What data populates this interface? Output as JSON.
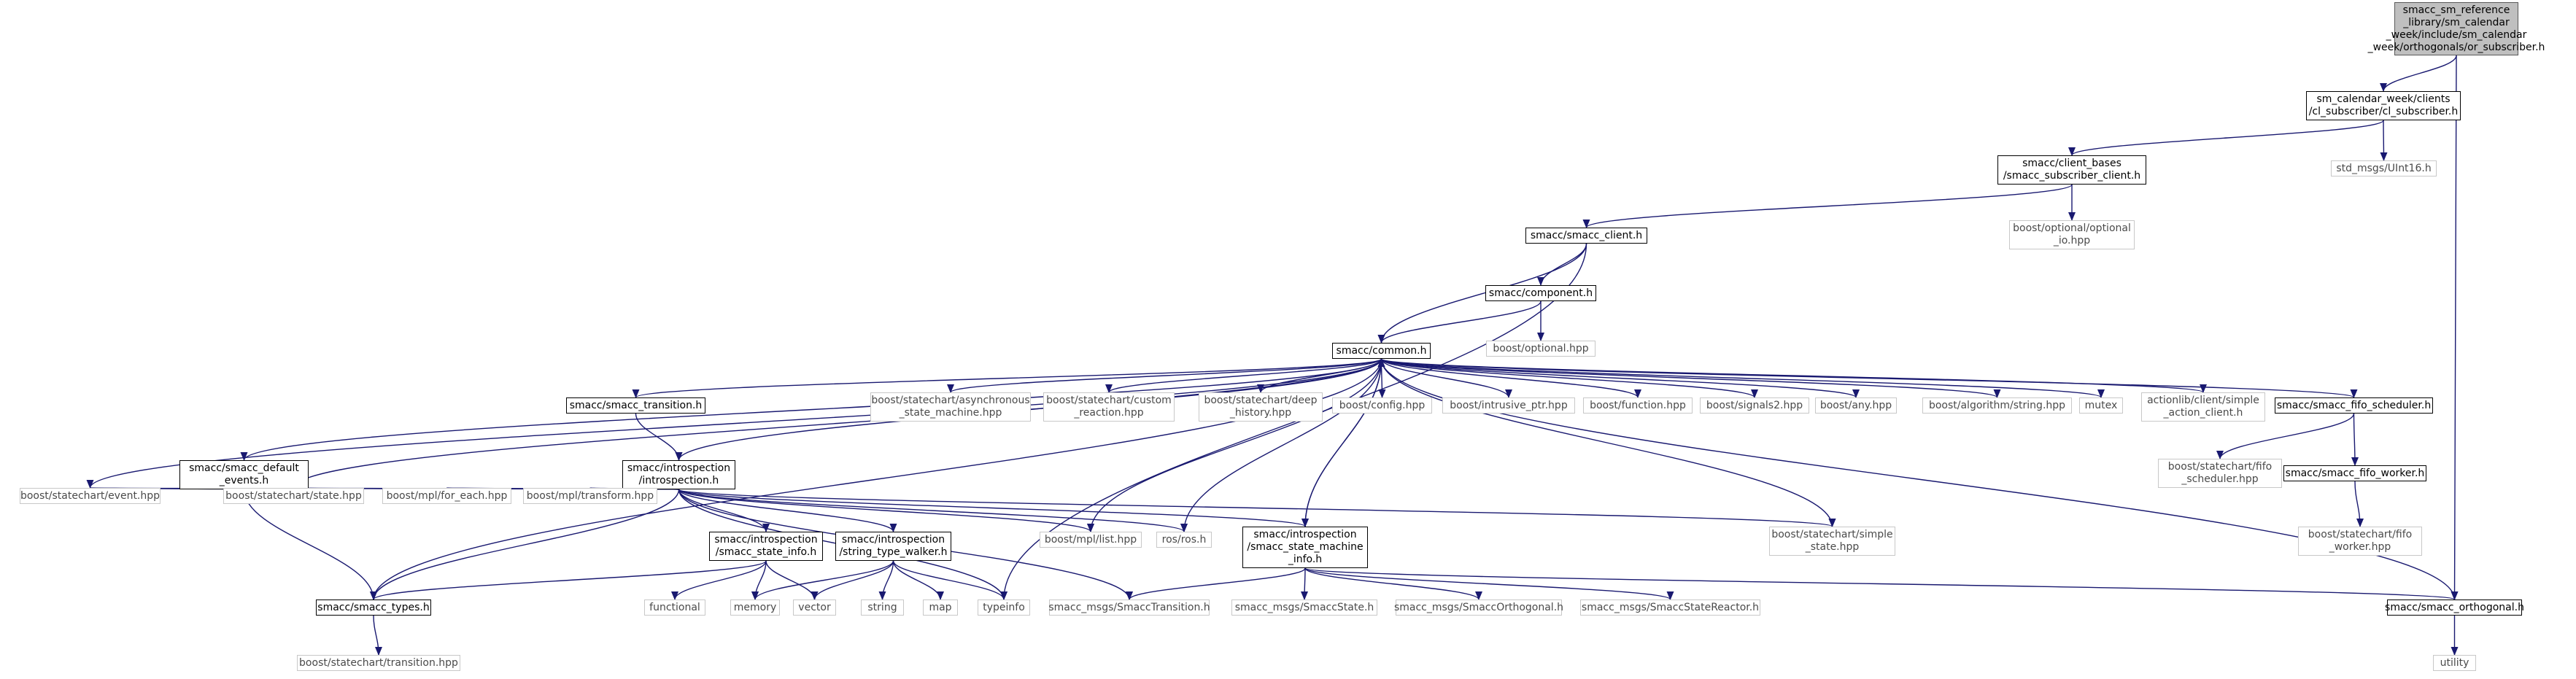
{
  "diagram": {
    "colors": {
      "edge": "#191970",
      "internal_border": "#000000",
      "external_border": "#c8c8c8",
      "root_fill": "#bfbfbf"
    },
    "nodes": [
      {
        "id": "root",
        "label": "smacc_sm_reference\n_library/sm_calendar\n_week/include/sm_calendar\n_week/orthogonals/or_subscriber.h",
        "kind": "root"
      },
      {
        "id": "cl_subscriber",
        "label": "sm_calendar_week/clients\n/cl_subscriber/cl_subscriber.h",
        "kind": "internal"
      },
      {
        "id": "uint16",
        "label": "std_msgs/UInt16.h",
        "kind": "external"
      },
      {
        "id": "client_bases",
        "label": "smacc/client_bases\n/smacc_subscriber_client.h",
        "kind": "internal"
      },
      {
        "id": "optional_io",
        "label": "boost/optional/optional\n_io.hpp",
        "kind": "external"
      },
      {
        "id": "smacc_client",
        "label": "smacc/smacc_client.h",
        "kind": "internal"
      },
      {
        "id": "component",
        "label": "smacc/component.h",
        "kind": "internal"
      },
      {
        "id": "boost_optional",
        "label": "boost/optional.hpp",
        "kind": "external"
      },
      {
        "id": "common",
        "label": "smacc/common.h",
        "kind": "internal"
      },
      {
        "id": "smacc_transition",
        "label": "smacc/smacc_transition.h",
        "kind": "internal"
      },
      {
        "id": "async_sm",
        "label": "boost/statechart/asynchronous\n_state_machine.hpp",
        "kind": "external"
      },
      {
        "id": "custom_reaction",
        "label": "boost/statechart/custom\n_reaction.hpp",
        "kind": "external"
      },
      {
        "id": "deep_history",
        "label": "boost/statechart/deep\n_history.hpp",
        "kind": "external"
      },
      {
        "id": "boost_config",
        "label": "boost/config.hpp",
        "kind": "external"
      },
      {
        "id": "intrusive_ptr",
        "label": "boost/intrusive_ptr.hpp",
        "kind": "external"
      },
      {
        "id": "boost_function",
        "label": "boost/function.hpp",
        "kind": "external"
      },
      {
        "id": "signals2",
        "label": "boost/signals2.hpp",
        "kind": "external"
      },
      {
        "id": "boost_any",
        "label": "boost/any.hpp",
        "kind": "external"
      },
      {
        "id": "algorithm_string",
        "label": "boost/algorithm/string.hpp",
        "kind": "external"
      },
      {
        "id": "mutex",
        "label": "mutex",
        "kind": "external"
      },
      {
        "id": "simple_action_client",
        "label": "actionlib/client/simple\n_action_client.h",
        "kind": "external"
      },
      {
        "id": "fifo_scheduler",
        "label": "smacc/smacc_fifo_scheduler.h",
        "kind": "internal"
      },
      {
        "id": "default_events",
        "label": "smacc/smacc_default\n_events.h",
        "kind": "internal"
      },
      {
        "id": "introspection",
        "label": "smacc/introspection\n/introspection.h",
        "kind": "internal"
      },
      {
        "id": "sc_fifo_scheduler",
        "label": "boost/statechart/fifo\n_scheduler.hpp",
        "kind": "external"
      },
      {
        "id": "fifo_worker",
        "label": "smacc/smacc_fifo_worker.h",
        "kind": "internal"
      },
      {
        "id": "event_hpp",
        "label": "boost/statechart/event.hpp",
        "kind": "external"
      },
      {
        "id": "state_hpp",
        "label": "boost/statechart/state.hpp",
        "kind": "external"
      },
      {
        "id": "for_each",
        "label": "boost/mpl/for_each.hpp",
        "kind": "external"
      },
      {
        "id": "transform",
        "label": "boost/mpl/transform.hpp",
        "kind": "external"
      },
      {
        "id": "state_info",
        "label": "smacc/introspection\n/smacc_state_info.h",
        "kind": "internal"
      },
      {
        "id": "string_type_walker",
        "label": "smacc/introspection\n/string_type_walker.h",
        "kind": "internal"
      },
      {
        "id": "mpl_list",
        "label": "boost/mpl/list.hpp",
        "kind": "external"
      },
      {
        "id": "ros_h",
        "label": "ros/ros.h",
        "kind": "external"
      },
      {
        "id": "sm_info",
        "label": "smacc/introspection\n/smacc_state_machine\n_info.h",
        "kind": "internal"
      },
      {
        "id": "simple_state",
        "label": "boost/statechart/simple\n_state.hpp",
        "kind": "external"
      },
      {
        "id": "sc_fifo_worker",
        "label": "boost/statechart/fifo\n_worker.hpp",
        "kind": "external"
      },
      {
        "id": "smacc_types",
        "label": "smacc/smacc_types.h",
        "kind": "internal"
      },
      {
        "id": "functional",
        "label": "functional",
        "kind": "external"
      },
      {
        "id": "memory",
        "label": "memory",
        "kind": "external"
      },
      {
        "id": "vector",
        "label": "vector",
        "kind": "external"
      },
      {
        "id": "string",
        "label": "string",
        "kind": "external"
      },
      {
        "id": "map",
        "label": "map",
        "kind": "external"
      },
      {
        "id": "typeinfo",
        "label": "typeinfo",
        "kind": "external"
      },
      {
        "id": "msg_transition",
        "label": "smacc_msgs/SmaccTransition.h",
        "kind": "external"
      },
      {
        "id": "msg_state",
        "label": "smacc_msgs/SmaccState.h",
        "kind": "external"
      },
      {
        "id": "msg_orthogonal",
        "label": "smacc_msgs/SmaccOrthogonal.h",
        "kind": "external"
      },
      {
        "id": "msg_state_reactor",
        "label": "smacc_msgs/SmaccStateReactor.h",
        "kind": "external"
      },
      {
        "id": "smacc_orthogonal",
        "label": "smacc/smacc_orthogonal.h",
        "kind": "internal"
      },
      {
        "id": "transition_hpp",
        "label": "boost/statechart/transition.hpp",
        "kind": "external"
      },
      {
        "id": "utility",
        "label": "utility",
        "kind": "external"
      }
    ],
    "edges": [
      [
        "root",
        "cl_subscriber"
      ],
      [
        "root",
        "smacc_orthogonal"
      ],
      [
        "cl_subscriber",
        "client_bases"
      ],
      [
        "cl_subscriber",
        "uint16"
      ],
      [
        "client_bases",
        "smacc_client"
      ],
      [
        "client_bases",
        "optional_io"
      ],
      [
        "smacc_client",
        "component"
      ],
      [
        "smacc_client",
        "common"
      ],
      [
        "smacc_client",
        "typeinfo"
      ],
      [
        "component",
        "common"
      ],
      [
        "component",
        "boost_optional"
      ],
      [
        "common",
        "smacc_transition"
      ],
      [
        "common",
        "async_sm"
      ],
      [
        "common",
        "custom_reaction"
      ],
      [
        "common",
        "deep_history"
      ],
      [
        "common",
        "boost_config"
      ],
      [
        "common",
        "intrusive_ptr"
      ],
      [
        "common",
        "boost_function"
      ],
      [
        "common",
        "signals2"
      ],
      [
        "common",
        "boost_any"
      ],
      [
        "common",
        "algorithm_string"
      ],
      [
        "common",
        "mutex"
      ],
      [
        "common",
        "simple_action_client"
      ],
      [
        "common",
        "fifo_scheduler"
      ],
      [
        "common",
        "default_events"
      ],
      [
        "common",
        "introspection"
      ],
      [
        "common",
        "event_hpp"
      ],
      [
        "common",
        "state_hpp"
      ],
      [
        "common",
        "mpl_list"
      ],
      [
        "common",
        "ros_h"
      ],
      [
        "common",
        "sm_info"
      ],
      [
        "common",
        "simple_state"
      ],
      [
        "common",
        "smacc_types"
      ],
      [
        "smacc_transition",
        "introspection"
      ],
      [
        "fifo_scheduler",
        "sc_fifo_scheduler"
      ],
      [
        "fifo_scheduler",
        "fifo_worker"
      ],
      [
        "fifo_worker",
        "sc_fifo_worker"
      ],
      [
        "default_events",
        "event_hpp"
      ],
      [
        "default_events",
        "state_hpp"
      ],
      [
        "default_events",
        "smacc_types"
      ],
      [
        "introspection",
        "event_hpp"
      ],
      [
        "introspection",
        "state_hpp"
      ],
      [
        "introspection",
        "for_each"
      ],
      [
        "introspection",
        "transform"
      ],
      [
        "introspection",
        "state_info"
      ],
      [
        "introspection",
        "string_type_walker"
      ],
      [
        "introspection",
        "mpl_list"
      ],
      [
        "introspection",
        "ros_h"
      ],
      [
        "introspection",
        "sm_info"
      ],
      [
        "introspection",
        "simple_state"
      ],
      [
        "introspection",
        "smacc_types"
      ],
      [
        "introspection",
        "typeinfo"
      ],
      [
        "introspection",
        "msg_transition"
      ],
      [
        "state_info",
        "smacc_types"
      ],
      [
        "state_info",
        "functional"
      ],
      [
        "state_info",
        "memory"
      ],
      [
        "state_info",
        "vector"
      ],
      [
        "string_type_walker",
        "memory"
      ],
      [
        "string_type_walker",
        "vector"
      ],
      [
        "string_type_walker",
        "string"
      ],
      [
        "string_type_walker",
        "map"
      ],
      [
        "string_type_walker",
        "typeinfo"
      ],
      [
        "sm_info",
        "common"
      ],
      [
        "sm_info",
        "msg_transition"
      ],
      [
        "sm_info",
        "msg_state"
      ],
      [
        "sm_info",
        "msg_orthogonal"
      ],
      [
        "sm_info",
        "msg_state_reactor"
      ],
      [
        "sm_info",
        "smacc_orthogonal"
      ],
      [
        "smacc_types",
        "transition_hpp"
      ],
      [
        "smacc_orthogonal",
        "common"
      ],
      [
        "smacc_orthogonal",
        "utility"
      ]
    ]
  }
}
